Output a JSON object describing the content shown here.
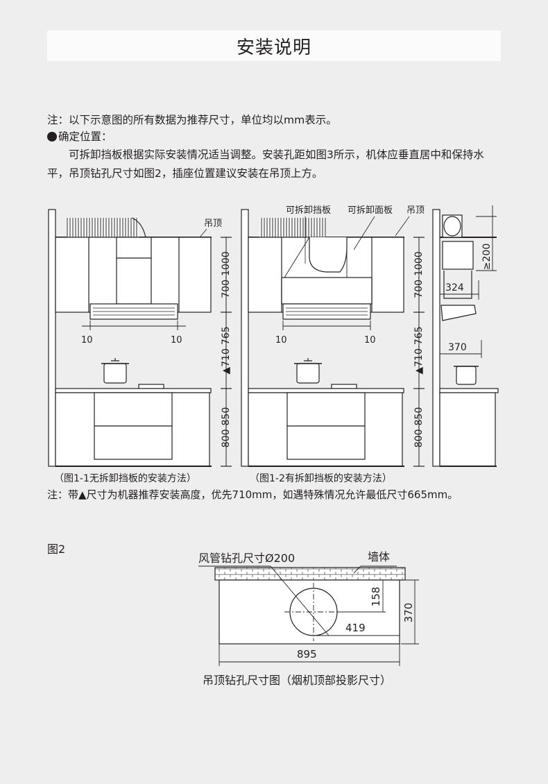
{
  "title": "安装说明",
  "note1": "注：以下示意图的所有数据为推荐尺寸，单位均以mm表示。",
  "section_heading": "确定位置：",
  "paragraph": "可拆卸挡板根据实际安装情况适当调整。安装孔距如图3所示，机体应垂直居中和保持水平，吊顶钻孔尺寸如图2，插座位置建议安装在吊顶上方。",
  "fig1": {
    "label_ceiling": "吊顶",
    "label_panel": "可拆卸挡板",
    "label_face": "可拆卸面板",
    "label_ceiling2": "吊顶",
    "dim_10": "10",
    "dim_upper": "700-1000",
    "dim_mid": "▲710-765",
    "dim_lower": "800-850",
    "dim_200": "≥200",
    "dim_324": "324",
    "dim_370": "370",
    "caption_1": "（图1-1无拆卸挡板的安装方法）",
    "caption_2": "（图1-2有拆卸挡板的安装方法）"
  },
  "note2": "注：带▲尺寸为机器推荐安装高度，优先710mm，如遇特殊情况允许最低尺寸665mm。",
  "fig2": {
    "label": "图2",
    "pipe_label": "风管钻孔尺寸Ø200",
    "wall_label": "墙体",
    "dim_158": "158",
    "dim_419": "419",
    "dim_370": "370",
    "dim_895": "895",
    "caption": "吊顶钻孔尺寸图（烟机顶部投影尺寸）"
  }
}
